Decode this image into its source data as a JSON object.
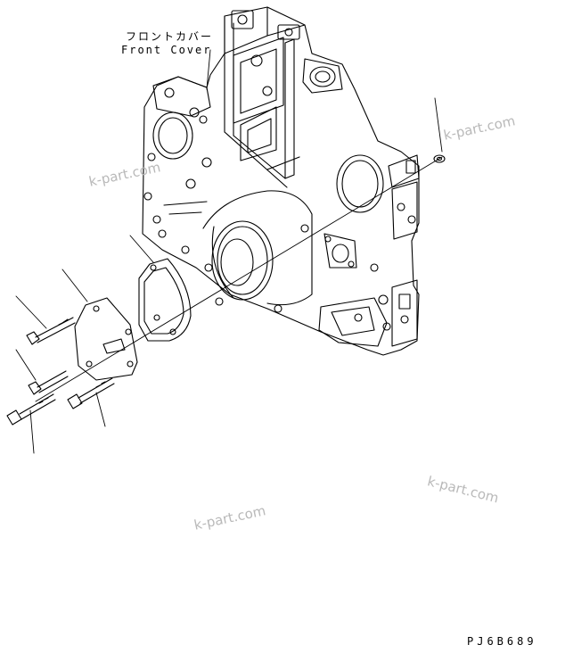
{
  "labels": {
    "part_name_jp": "フロントカバー",
    "part_name_en": "Front Cover",
    "drawing_code": "PJ6B689"
  },
  "watermarks": [
    "k-part.com",
    "k-part.com",
    "k-part.com",
    "k-part.com"
  ]
}
